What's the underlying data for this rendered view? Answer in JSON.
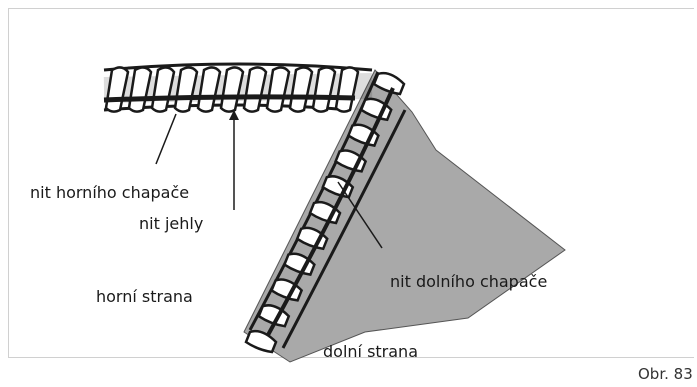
{
  "labels": {
    "upper_looper_thread": "nit horního chapače",
    "needle_thread": "nit jehly",
    "top_side": "horní strana",
    "lower_looper_thread": "nit dolního chapače",
    "bottom_side": "dolní strana",
    "figure_number": "Obr. 83"
  },
  "colors": {
    "fabric": "#a9a9a9",
    "thread_dark": "#1a1a1a",
    "thread_light": "#ffffff",
    "frame": "#d0d0d0"
  }
}
